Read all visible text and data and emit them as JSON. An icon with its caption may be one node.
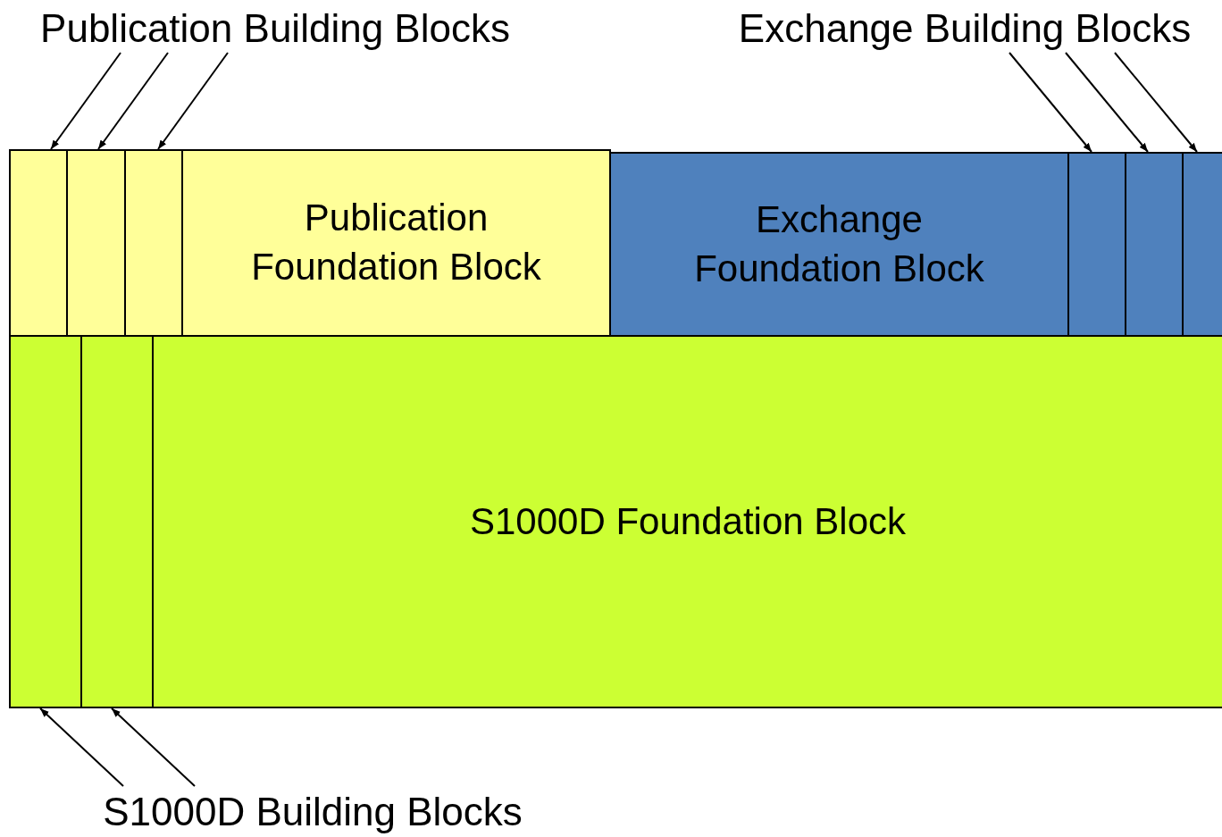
{
  "diagram": {
    "nodes": [
      {
        "text": [
          "Publication Building Blocks"
        ]
      },
      {
        "text": [
          "Exchange Building Blocks"
        ]
      },
      {
        "text": [],
        "shape": "box"
      },
      {
        "text": [],
        "shape": "box"
      },
      {
        "text": [],
        "shape": "box"
      },
      {
        "text": [
          "Publication Foundation Block"
        ]
      },
      {
        "text": [
          "Exchange Foundation Block"
        ]
      },
      {
        "text": [],
        "shape": "box"
      },
      {
        "text": [],
        "shape": "box"
      },
      {
        "text": [],
        "shape": "box"
      },
      {
        "text": [],
        "shape": "box"
      },
      {
        "text": [],
        "shape": "box"
      },
      {
        "text": [
          "S1000D Foundation Block"
        ]
      },
      {
        "text": [
          "S1000D Building Blocks"
        ]
      }
    ],
    "edges": [
      {
        "from": 0,
        "to": 2,
        "arrow": "to"
      },
      {
        "from": 0,
        "to": 3,
        "arrow": "to"
      },
      {
        "from": 0,
        "to": 4,
        "arrow": "to"
      },
      {
        "from": 1,
        "to": 7,
        "arrow": "to"
      },
      {
        "from": 1,
        "to": 8,
        "arrow": "to"
      },
      {
        "from": 1,
        "to": 9,
        "arrow": "to"
      },
      {
        "from": 13,
        "to": 10,
        "arrow": "to"
      },
      {
        "from": 13,
        "to": 11,
        "arrow": "to"
      }
    ]
  }
}
